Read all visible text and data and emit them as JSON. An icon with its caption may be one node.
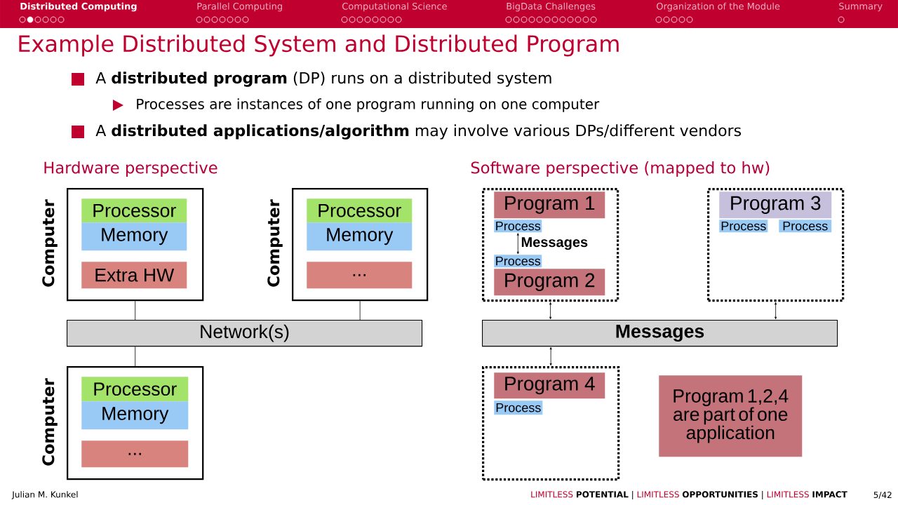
{
  "diagram": {
    "title": "Example Distributed System and Distributed Program",
    "nodes": [
      {
        "text": [
          "Computer"
        ]
      },
      {
        "text": [
          "Processor"
        ],
        "in": 0
      },
      {
        "text": [
          "Memory"
        ],
        "in": 0
      },
      {
        "text": [
          "Extra HW"
        ],
        "in": 0
      },
      {
        "text": [
          "Computer"
        ]
      },
      {
        "text": [
          "Processor"
        ],
        "in": 4
      },
      {
        "text": [
          "Memory"
        ],
        "in": 4
      },
      {
        "text": [
          "..."
        ],
        "in": 4
      },
      {
        "text": [
          "Network(s)"
        ]
      },
      {
        "text": [
          "Computer"
        ]
      },
      {
        "text": [
          "Processor"
        ],
        "in": 9
      },
      {
        "text": [
          "Memory"
        ],
        "in": 9
      },
      {
        "text": [
          "..."
        ],
        "in": 9
      },
      {
        "text": [],
        "shape": "box"
      },
      {
        "text": [
          "Program 1"
        ],
        "in": 13
      },
      {
        "text": [
          "Process"
        ],
        "in": 13
      },
      {
        "text": [
          "Process"
        ],
        "in": 13
      },
      {
        "text": [
          "Program 2"
        ],
        "in": 13
      },
      {
        "text": [],
        "shape": "box"
      },
      {
        "text": [
          "Program 3"
        ],
        "in": 18
      },
      {
        "text": [
          "Process"
        ],
        "in": 18
      },
      {
        "text": [
          "Process"
        ],
        "in": 18
      },
      {
        "text": [
          "Messages"
        ]
      },
      {
        "text": [],
        "shape": "box"
      },
      {
        "text": [
          "Program 4"
        ],
        "in": 23
      },
      {
        "text": [
          "Process"
        ],
        "in": 23
      },
      {
        "text": [
          "Program 1,2,4 are part of one application"
        ]
      }
    ],
    "edges": [
      {
        "from": 0,
        "to": 8,
        "arrow": "none"
      },
      {
        "from": 4,
        "to": 8,
        "arrow": "none"
      },
      {
        "from": 9,
        "to": 8,
        "arrow": "none"
      },
      {
        "from": 15,
        "to": 16,
        "arrow": "both",
        "label": "Messages"
      },
      {
        "from": 13,
        "to": 22,
        "arrow": "both"
      },
      {
        "from": 18,
        "to": 22,
        "arrow": "both"
      },
      {
        "from": 23,
        "to": 22,
        "arrow": "both"
      }
    ],
    "labels": [
      "Distributed Computing",
      "Parallel Computing",
      "Computational Science",
      "BigData Challenges",
      "Organization of the Module",
      "Summary",
      "A **distributed program** (DP) runs on a distributed system",
      "Processes are instances of one program running on one computer",
      "A **distributed applications/algorithm** may involve various DPs/different vendors",
      "Hardware perspective",
      "Software perspective (mapped to hw)",
      "Julian M. Kunkel",
      "LIMITLESS",
      "POTENTIAL",
      "|",
      "LIMITLESS",
      "OPPORTUNITIES",
      "|",
      "LIMITLESS",
      "IMPACT",
      "5/42"
    ]
  }
}
